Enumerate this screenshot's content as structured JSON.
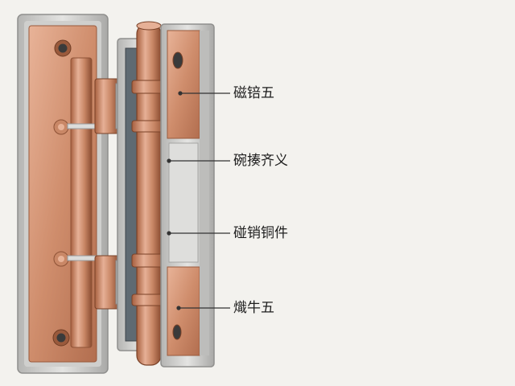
{
  "labels": {
    "top": "磁锫五",
    "upper_middle": "碗揍齐义",
    "lower_middle": "碰销铜件",
    "bottom": "熾牛五"
  },
  "colors": {
    "frame": "#c9c9c7",
    "frame_shadow": "#8f8f8d",
    "copper_light": "#e2a88c",
    "copper_mid": "#c88564",
    "copper_dark": "#8e5236",
    "background": "#f3f2ee",
    "leader_line": "#333333"
  }
}
